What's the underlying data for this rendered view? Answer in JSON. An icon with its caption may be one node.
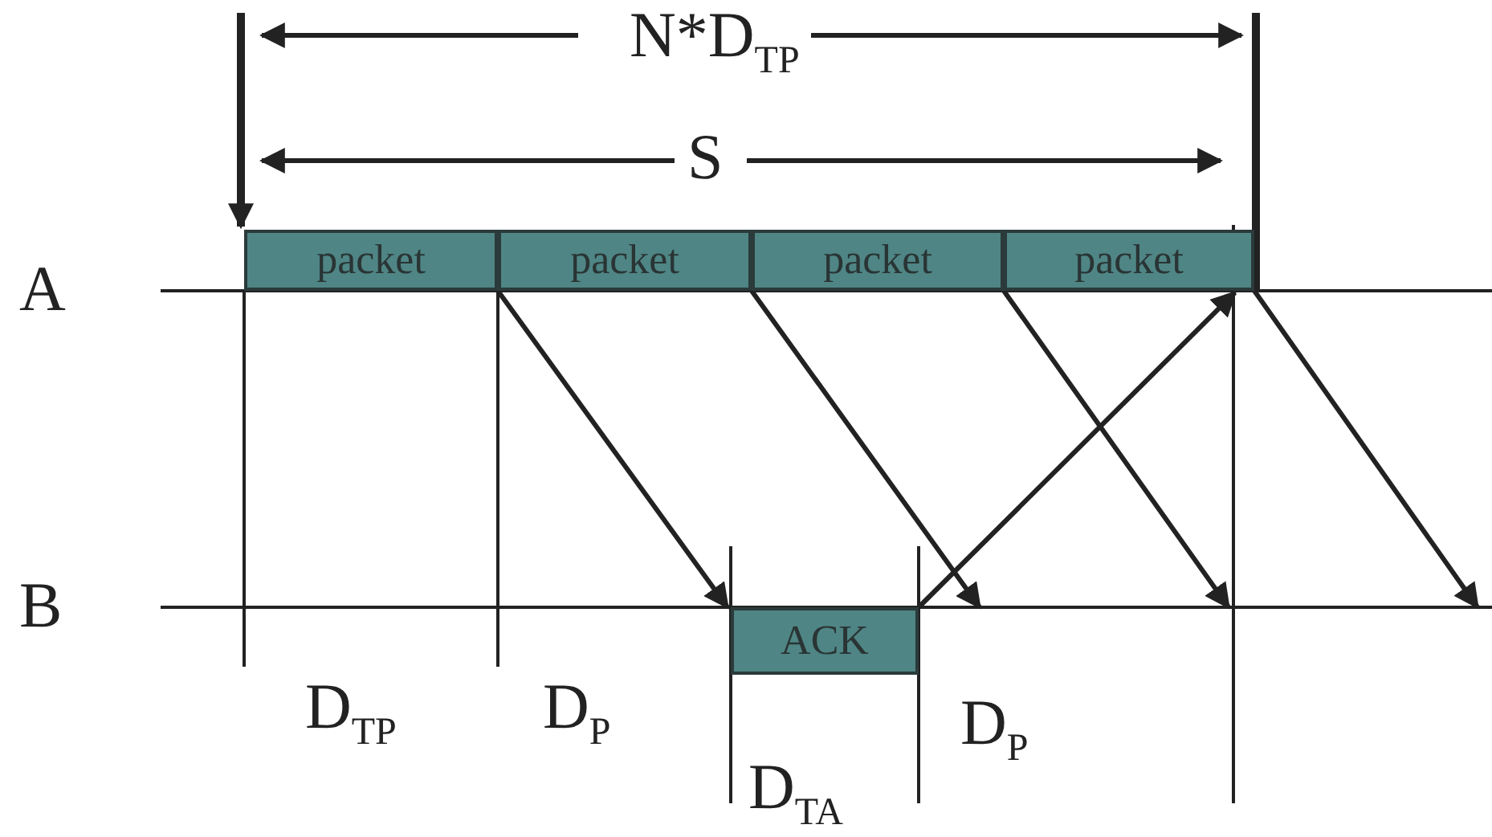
{
  "diagram": {
    "nodes": [
      {
        "text": [
          "packet"
        ]
      },
      {
        "text": [
          "packet"
        ]
      },
      {
        "text": [
          "packet"
        ]
      },
      {
        "text": [
          "packet"
        ]
      },
      {
        "text": [
          "ACK"
        ]
      }
    ],
    "edges": [
      {
        "from": 0,
        "to": 4,
        "arrow": "to"
      },
      {
        "from": 1,
        "to": null,
        "arrow": "to"
      },
      {
        "from": 2,
        "to": null,
        "arrow": "to"
      },
      {
        "from": 3,
        "to": null,
        "arrow": "to"
      },
      {
        "from": 4,
        "to": 3,
        "arrow": "to"
      }
    ],
    "labels": [
      "N*D$_{TP}$",
      "S",
      "A",
      "B",
      "D$_{TP}$",
      "D$_{P}$",
      "D$_{TA}$",
      "D$_{P}$"
    ]
  }
}
